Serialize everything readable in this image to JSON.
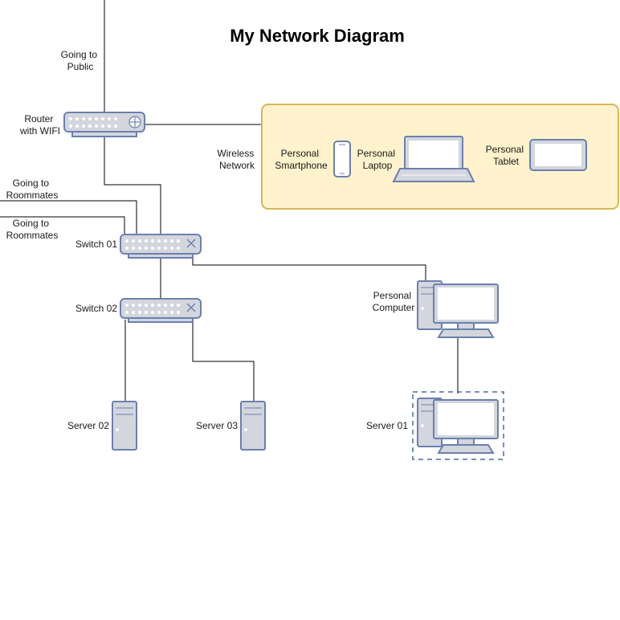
{
  "title": "My Network Diagram",
  "labels": {
    "going_public_1": "Going to",
    "going_public_2": "Public",
    "router_1": "Router",
    "router_2": "with WIFI",
    "wireless_1": "Wireless",
    "wireless_2": "Network",
    "roommates_a_1": "Going to",
    "roommates_a_2": "Roommates",
    "roommates_b_1": "Going to",
    "roommates_b_2": "Roommates",
    "switch01": "Switch 01",
    "switch02": "Switch 02",
    "smartphone_1": "Personal",
    "smartphone_2": "Smartphone",
    "laptop_1": "Personal",
    "laptop_2": "Laptop",
    "tablet_1": "Personal",
    "tablet_2": "Tablet",
    "pc_1": "Personal",
    "pc_2": "Computer",
    "server01": "Server 01",
    "server02": "Server 02",
    "server03": "Server 03"
  },
  "colors": {
    "wireless_fill": "#fff2cc",
    "wireless_stroke": "#d6b656",
    "device_fill": "#d3d6dd",
    "device_stroke": "#6b80b0"
  }
}
